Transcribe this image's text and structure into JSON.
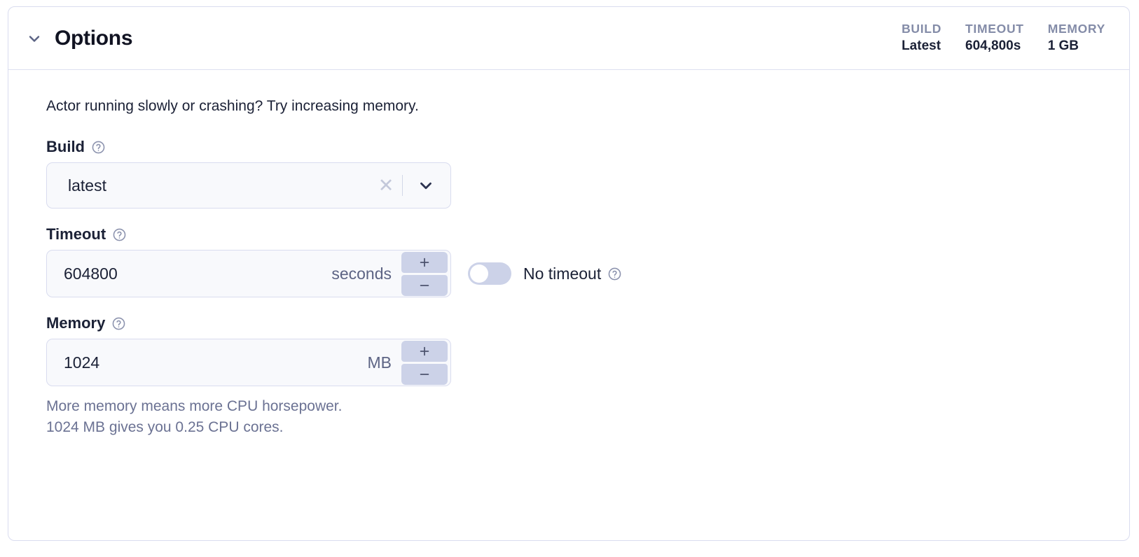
{
  "panel": {
    "title": "Options",
    "collapse_icon": "chevron-down-icon",
    "stats": [
      {
        "label": "BUILD",
        "value": "Latest"
      },
      {
        "label": "TIMEOUT",
        "value": "604,800s"
      },
      {
        "label": "MEMORY",
        "value": "1 GB"
      }
    ]
  },
  "body": {
    "lead_text": "Actor running slowly or crashing? Try increasing memory.",
    "build": {
      "label": "Build",
      "help_icon": "help-circle-icon",
      "value": "latest",
      "clear_icon": "close-icon",
      "dropdown_icon": "chevron-down-icon"
    },
    "timeout": {
      "label": "Timeout",
      "help_icon": "help-circle-icon",
      "value": "604800",
      "unit": "seconds",
      "increment_icon": "plus-icon",
      "decrement_icon": "minus-icon",
      "no_timeout_label": "No timeout",
      "no_timeout_help_icon": "help-circle-icon",
      "no_timeout_enabled": false
    },
    "memory": {
      "label": "Memory",
      "help_icon": "help-circle-icon",
      "value": "1024",
      "unit": "MB",
      "increment_icon": "plus-icon",
      "decrement_icon": "minus-icon",
      "helper_line_1": "More memory means more CPU horsepower.",
      "helper_line_2": "1024 MB gives you 0.25 CPU cores."
    }
  },
  "colors": {
    "border": "#d9dcef",
    "field_bg": "#f8f9fc",
    "stepper_bg": "#ccd2e8",
    "text_primary": "#1b2136",
    "text_muted": "#6b7293",
    "stat_label": "#848ca8"
  }
}
